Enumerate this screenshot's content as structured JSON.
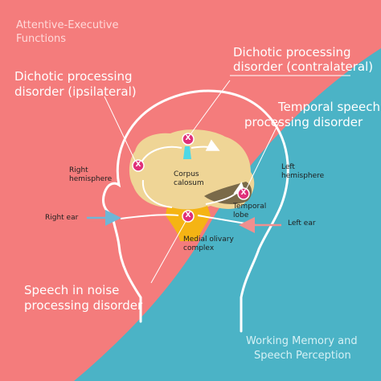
{
  "labels": {
    "attentive_executive": [
      "Attentive-Executive",
      "Functions"
    ],
    "dichotic_ipsilateral": [
      "Dichotic processing",
      "disorder (ipsilateral)"
    ],
    "dichotic_contralateral": [
      "Dichotic processing",
      "disorder (contralateral)"
    ],
    "temporal_speech": [
      "Temporal speech",
      "processing disorder"
    ],
    "speech_in_noise": [
      "Speech in noise",
      "processing disorder"
    ],
    "working_memory": [
      "Working Memory and",
      "Speech Perception"
    ],
    "right_hemisphere": [
      "Right",
      "hemisphere"
    ],
    "left_hemisphere": [
      "Left",
      "hemisphere"
    ],
    "corpus_calosum": [
      "Corpus",
      "calosum"
    ],
    "temporal_lobe": [
      "Temporal",
      "lobe"
    ],
    "medial_olivary": [
      "Medial olivary",
      "complex"
    ],
    "right_ear": "Right ear",
    "left_ear": "Left ear",
    "marker_symbol": "X"
  },
  "colors": {
    "background_left": "#f47c7c",
    "background_right": "#4bb3c6",
    "brain": "#efd596",
    "brainstem": "#f5b414",
    "temporal_lobe": "#7a6a49",
    "marker": "#e0307a",
    "corpus_band": "#4fd8e6",
    "right_ear_arrow": "#6fb6d6",
    "left_ear_arrow": "#f08f8f",
    "outline": "#ffffff"
  }
}
